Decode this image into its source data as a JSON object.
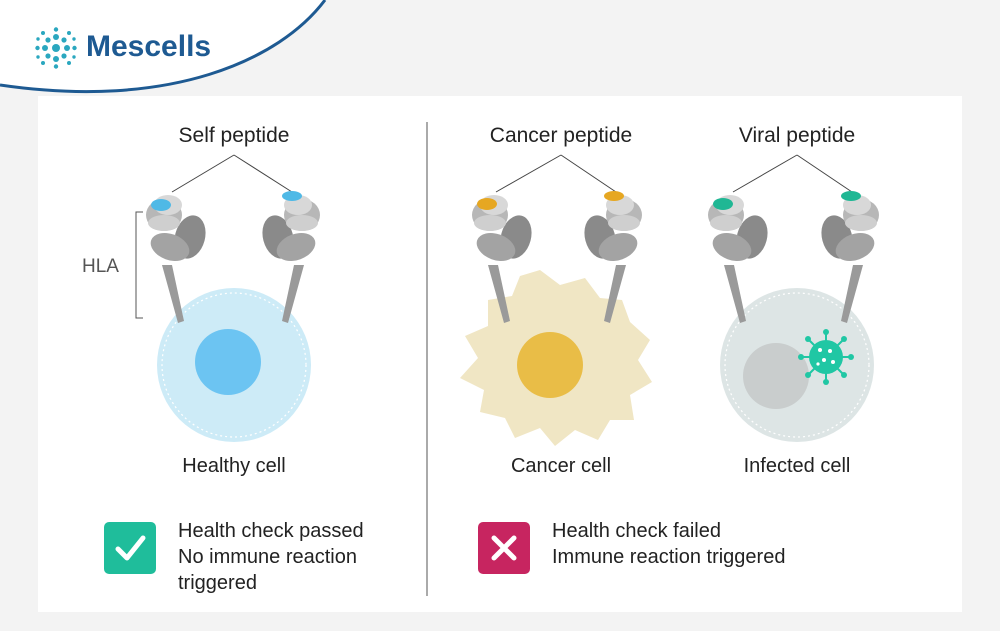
{
  "brand": {
    "name": "Mescells"
  },
  "diagram": {
    "hla_label": "HLA",
    "left": {
      "peptide_label": "Self peptide",
      "cell_label": "Healthy cell",
      "status_lines": [
        "Health check passed",
        "No immune reaction",
        "triggered"
      ]
    },
    "right": {
      "cancer_peptide_label": "Cancer peptide",
      "viral_peptide_label": "Viral peptide",
      "cancer_cell_label": "Cancer cell",
      "infected_cell_label": "Infected cell",
      "status_lines": [
        "Health check failed",
        "Immune reaction triggered"
      ]
    }
  },
  "colors": {
    "brand": "#1e5a92",
    "brand_dots": "#2aa7bf",
    "check_badge": "#1fbd9b",
    "x_badge": "#c72560",
    "healthy_cell": "#cdebf7",
    "healthy_nucleus": "#6cc4f2",
    "cancer_cell": "#f0e6c4",
    "cancer_nucleus": "#e9bd47",
    "infected_cell": "#dde5e5",
    "infected_nucleus": "#c9cdcd",
    "virus": "#20c7a4",
    "self_peptide": "#4fb9e6",
    "cancer_peptide": "#e6a722",
    "viral_peptide": "#20b794"
  },
  "icons": [
    "logo-dots-icon",
    "check-icon",
    "x-icon",
    "virus-icon",
    "hla-molecule-icon"
  ]
}
